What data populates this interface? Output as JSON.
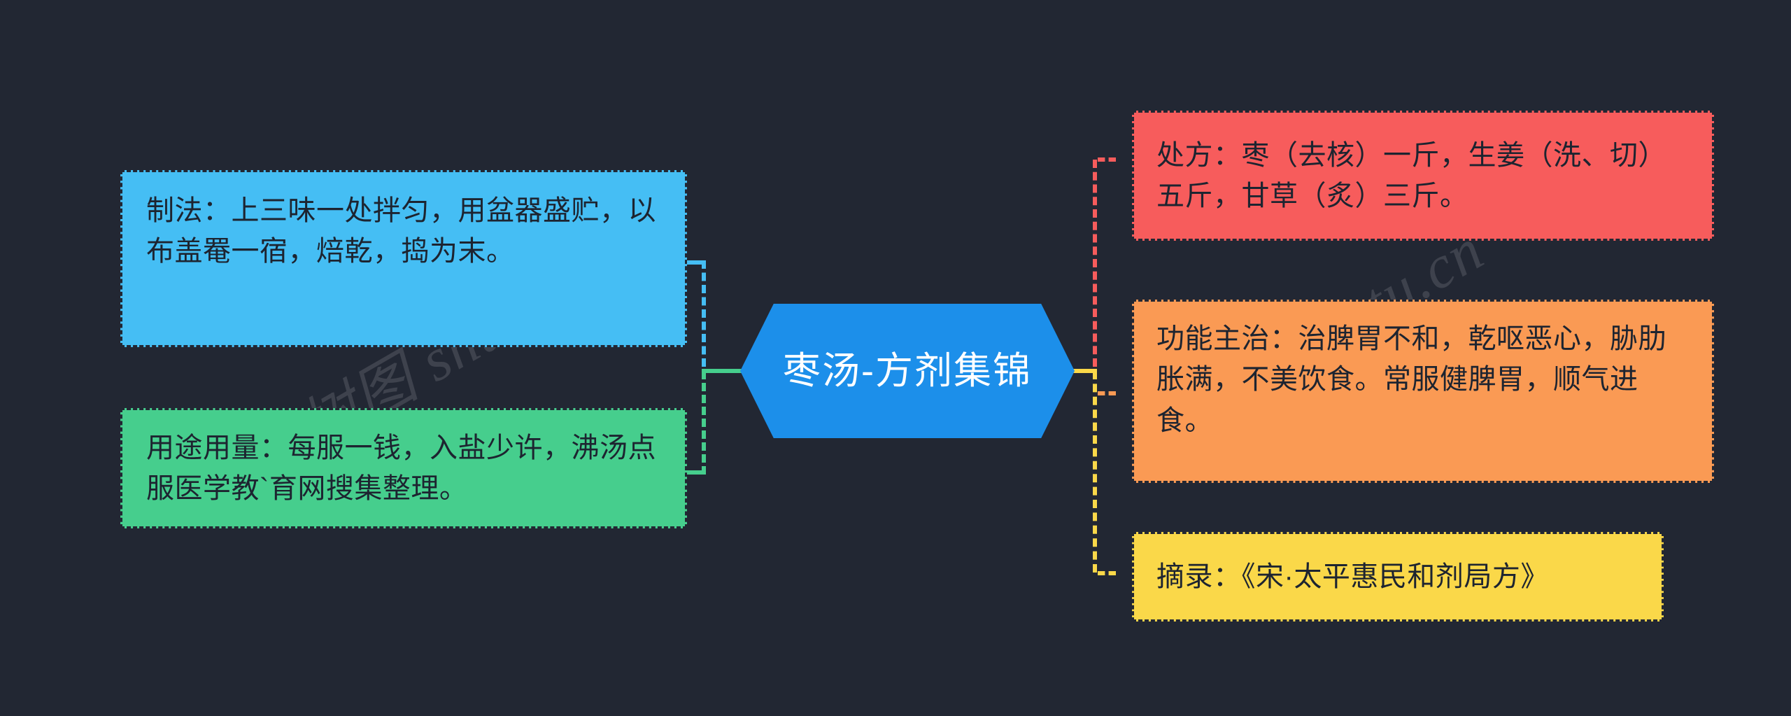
{
  "diagram": {
    "type": "mind-map",
    "background_color": "#222733",
    "watermark": "树图 shutu.cn",
    "central_node": {
      "label": "枣汤-方剂集锦",
      "shape": "hexagon",
      "fill_color": "#1c8fea",
      "text_color": "#ffffff"
    },
    "branches": [
      {
        "id": "zhifa",
        "side": "left",
        "label": "制法：上三味一处拌匀，用盆器盛贮，以布盖罨一宿，焙乾，捣为末。",
        "fill_color": "#45bef4",
        "connector_color": "#45bef4"
      },
      {
        "id": "yongtu",
        "side": "left",
        "label": "用途用量：每服一钱，入盐少许，沸汤点服医学教`育网搜集整理。",
        "fill_color": "#46ce8d",
        "connector_color": "#46ce8d"
      },
      {
        "id": "chufang",
        "side": "right",
        "label": "处方：枣（去核）一斤，生姜（洗、切）五斤，甘草（炙）三斤。",
        "fill_color": "#f75c5c",
        "connector_color": "#f75c5c"
      },
      {
        "id": "gongneng",
        "side": "right",
        "label": "功能主治：治脾胃不和，乾呕恶心，胁肋胀满，不美饮食。常服健脾胃，顺气进食。",
        "fill_color": "#fa9a54",
        "connector_color": "#fa9a54"
      },
      {
        "id": "zhailu",
        "side": "right",
        "label": "摘录：《宋·太平惠民和剂局方》",
        "fill_color": "#fad849",
        "connector_color": "#fad849"
      }
    ]
  }
}
